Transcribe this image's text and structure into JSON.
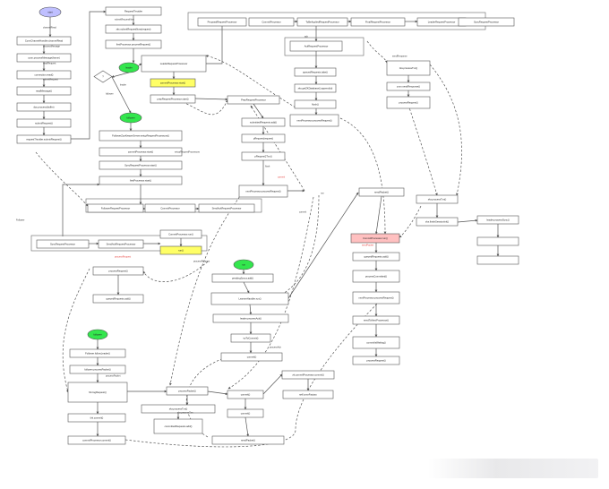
{
  "colors": {
    "line": "#555555",
    "box_fill": "#ffffff",
    "start_fill": "#bfbfff",
    "green_fill": "#33e64d",
    "yellow_fill": "#ffff66",
    "pink_fill": "#ffc0c0",
    "label": "#333333",
    "red_label": "#e53935"
  },
  "nodes": [
    {
      "id": "n1",
      "shape": "oval-start",
      "text": "start"
    },
    {
      "id": "n2",
      "shape": "box",
      "text": "ConnChannelHandler.channelRead"
    },
    {
      "id": "n3",
      "shape": "box",
      "text": "conn.processMessage(frame)"
    },
    {
      "id": "n4",
      "shape": "box",
      "text": "connection.read()"
    },
    {
      "id": "n5",
      "shape": "box",
      "text": "readMessage()"
    },
    {
      "id": "n6",
      "shape": "box",
      "text": "doc.process(buffer)"
    },
    {
      "id": "n7",
      "shape": "box",
      "text": "submitRequest()"
    },
    {
      "id": "n8",
      "shape": "box",
      "text": "requestThrottler.submitRequest()"
    },
    {
      "id": "n9",
      "shape": "box",
      "text": "RequestThrottler"
    },
    {
      "id": "n10",
      "shape": "box",
      "text": "zks.submitRequestNow(request)"
    },
    {
      "id": "n11",
      "shape": "box",
      "text": "firstProcessor.processRequest()"
    },
    {
      "id": "n12",
      "shape": "oval-green",
      "text": "leader"
    },
    {
      "id": "n13",
      "shape": "diamond",
      "text": "?"
    },
    {
      "id": "n14",
      "shape": "box",
      "text": "LeaderRequestProcessor"
    },
    {
      "id": "n15",
      "shape": "box-yellow",
      "text": "commitProcessor.start()"
    },
    {
      "id": "n16",
      "shape": "box",
      "text": "prepRequestProcessor.start()"
    },
    {
      "id": "n17",
      "shape": "box",
      "text": "PrepRequestProcessor"
    },
    {
      "id": "n18",
      "shape": "box",
      "text": "submittedRequests.add()"
    },
    {
      "id": "n19",
      "shape": "box",
      "text": "pRequest(request)"
    },
    {
      "id": "n20",
      "shape": "box",
      "text": "pRequest2Txn()"
    },
    {
      "id": "n21",
      "shape": "box",
      "text": "nextProcessor.processRequest()"
    },
    {
      "id": "n22",
      "shape": "box",
      "text": "ProposalRequestProcessor"
    },
    {
      "id": "n23",
      "shape": "box",
      "text": "CommitProcessor"
    },
    {
      "id": "n24",
      "shape": "box",
      "text": "ToBeAppliedRequestProcessor"
    },
    {
      "id": "n25",
      "shape": "box",
      "text": "FinalRequestProcessor"
    },
    {
      "id": "n26",
      "shape": "box",
      "text": "LeaderRequestProcessor"
    },
    {
      "id": "n27",
      "shape": "box",
      "text": "SyncRequestProcessor"
    },
    {
      "id": "n28",
      "shape": "box",
      "text": "AckRequestProcessor"
    },
    {
      "id": "n29",
      "shape": "oval-green",
      "text": "follower"
    },
    {
      "id": "n30",
      "shape": "box",
      "text": "FollowerZooKeeperServer.setupRequestProcessors()"
    },
    {
      "id": "n31",
      "shape": "box",
      "text": "commitProcessor.start()"
    },
    {
      "id": "n32",
      "shape": "box",
      "text": "SyncRequestProcessor.start()"
    },
    {
      "id": "n33",
      "shape": "box",
      "text": "firstProcessor.start()"
    },
    {
      "id": "n34",
      "shape": "box",
      "text": "FollowerRequestProcessor"
    },
    {
      "id": "n35",
      "shape": "box",
      "text": "CommitProcessor"
    },
    {
      "id": "n36",
      "shape": "box",
      "text": "SendAckRequestProcessor"
    },
    {
      "id": "n37",
      "shape": "box",
      "text": "SyncRequestProcessor"
    },
    {
      "id": "n38",
      "shape": "box",
      "text": "SendAckRequestProcessor"
    },
    {
      "id": "n39",
      "shape": "box",
      "text": "CommitProcessor.run()"
    },
    {
      "id": "n40",
      "shape": "box-yellow",
      "text": "run()"
    },
    {
      "id": "n41",
      "shape": "box",
      "text": "processRequest()"
    },
    {
      "id": "n42",
      "shape": "box",
      "text": "queuedRequests.add()"
    },
    {
      "id": "n43",
      "shape": "box",
      "text": "queuedRequests.take()"
    },
    {
      "id": "n44",
      "shape": "box",
      "text": "zks.getZKDatabase().append(si)"
    },
    {
      "id": "n45",
      "shape": "box",
      "text": "flush()"
    },
    {
      "id": "n46",
      "shape": "box",
      "text": "nextProcessor.processRequest()"
    },
    {
      "id": "n47",
      "shape": "oval-green",
      "text": "run"
    },
    {
      "id": "n48",
      "shape": "box",
      "text": "pendingSyncs.add()"
    },
    {
      "id": "n49",
      "shape": "box",
      "text": "LearnerHandler.run()"
    },
    {
      "id": "n50",
      "shape": "box",
      "text": "leader.processAck()"
    },
    {
      "id": "n51",
      "shape": "box",
      "text": "tryToCommit()"
    },
    {
      "id": "n52",
      "shape": "box",
      "text": "commit()"
    },
    {
      "id": "n53",
      "shape": "box",
      "text": "sendPacket()"
    },
    {
      "id": "n54",
      "shape": "box-pink",
      "text": "CommitProcessor.run()"
    },
    {
      "id": "n55",
      "shape": "box",
      "text": "queuedRequests.add()"
    },
    {
      "id": "n56",
      "shape": "box",
      "text": "processCommitted()"
    },
    {
      "id": "n57",
      "shape": "box",
      "text": "nextProcessor.processRequest()"
    },
    {
      "id": "n58",
      "shape": "box",
      "text": "sendToNextProcessor()"
    },
    {
      "id": "n59",
      "shape": "box",
      "text": "commitIsWaiting()"
    },
    {
      "id": "n60",
      "shape": "box",
      "text": "processRequest()"
    },
    {
      "id": "n61",
      "shape": "box",
      "text": "zks.processTxn()"
    },
    {
      "id": "n62",
      "shape": "box",
      "text": "cnxn.sendResponse()"
    },
    {
      "id": "n63",
      "shape": "box",
      "text": "processRequest()"
    },
    {
      "id": "n64",
      "shape": "box",
      "text": "zks.processTxn()"
    },
    {
      "id": "n65",
      "shape": "box",
      "text": "zks.finishSessionInit()"
    },
    {
      "id": "n66",
      "shape": "oval-green",
      "text": "follower"
    },
    {
      "id": "n67",
      "shape": "box",
      "text": "Follower.followLeader()"
    },
    {
      "id": "n68",
      "shape": "box",
      "text": "follower.processPacket()"
    },
    {
      "id": "n69",
      "shape": "box",
      "text": "fzk.logRequest()"
    },
    {
      "id": "n70",
      "shape": "box",
      "text": "fzk.commit()"
    },
    {
      "id": "n71",
      "shape": "box",
      "text": "commitProcessor.commit()"
    },
    {
      "id": "n72",
      "shape": "box",
      "text": "processPacket()"
    },
    {
      "id": "n73",
      "shape": "box",
      "text": "zks.processTxn()"
    },
    {
      "id": "n74",
      "shape": "box",
      "text": "committedRequests.add()"
    },
    {
      "id": "n75",
      "shape": "box",
      "text": "commit()"
    },
    {
      "id": "n76",
      "shape": "box",
      "text": "commit()"
    },
    {
      "id": "n77",
      "shape": "box",
      "text": "sendPacket()"
    },
    {
      "id": "n78",
      "shape": "box",
      "text": "zk.commitProcessor.commit()"
    },
    {
      "id": "n79",
      "shape": "box",
      "text": "self.cnxnFactory"
    },
    {
      "id": "n80",
      "shape": "box",
      "text": "leader.processSync()"
    }
  ],
  "labels": [
    {
      "id": "l1",
      "text": "channelRead"
    },
    {
      "id": "l2",
      "text": "processMessage"
    },
    {
      "id": "l3",
      "text": "readRequest"
    },
    {
      "id": "l4",
      "text": "submitRequest"
    },
    {
      "id": "l5",
      "text": "submitRequestNow"
    },
    {
      "id": "l6",
      "text": "leader"
    },
    {
      "id": "l7",
      "text": "follower"
    },
    {
      "id": "l8",
      "text": "setupRequestProcessors"
    },
    {
      "id": "l9",
      "text": "processRequest"
    },
    {
      "id": "l10",
      "text": "ack"
    },
    {
      "id": "l11",
      "text": "flush"
    },
    {
      "id": "l12",
      "text": "commit"
    },
    {
      "id": "l13",
      "text": "sendResponse"
    },
    {
      "id": "l14",
      "text": "processPacket"
    },
    {
      "id": "l15",
      "text": "Follower"
    },
    {
      "id": "l16",
      "text": "zks.processTxn"
    },
    {
      "id": "l17",
      "text": "run"
    },
    {
      "id": "l18",
      "text": "processAck"
    }
  ],
  "red_labels": [
    {
      "id": "r1",
      "text": "processRequest"
    },
    {
      "id": "r2",
      "text": "commit"
    },
    {
      "id": "r3",
      "text": "sendPacket"
    }
  ]
}
